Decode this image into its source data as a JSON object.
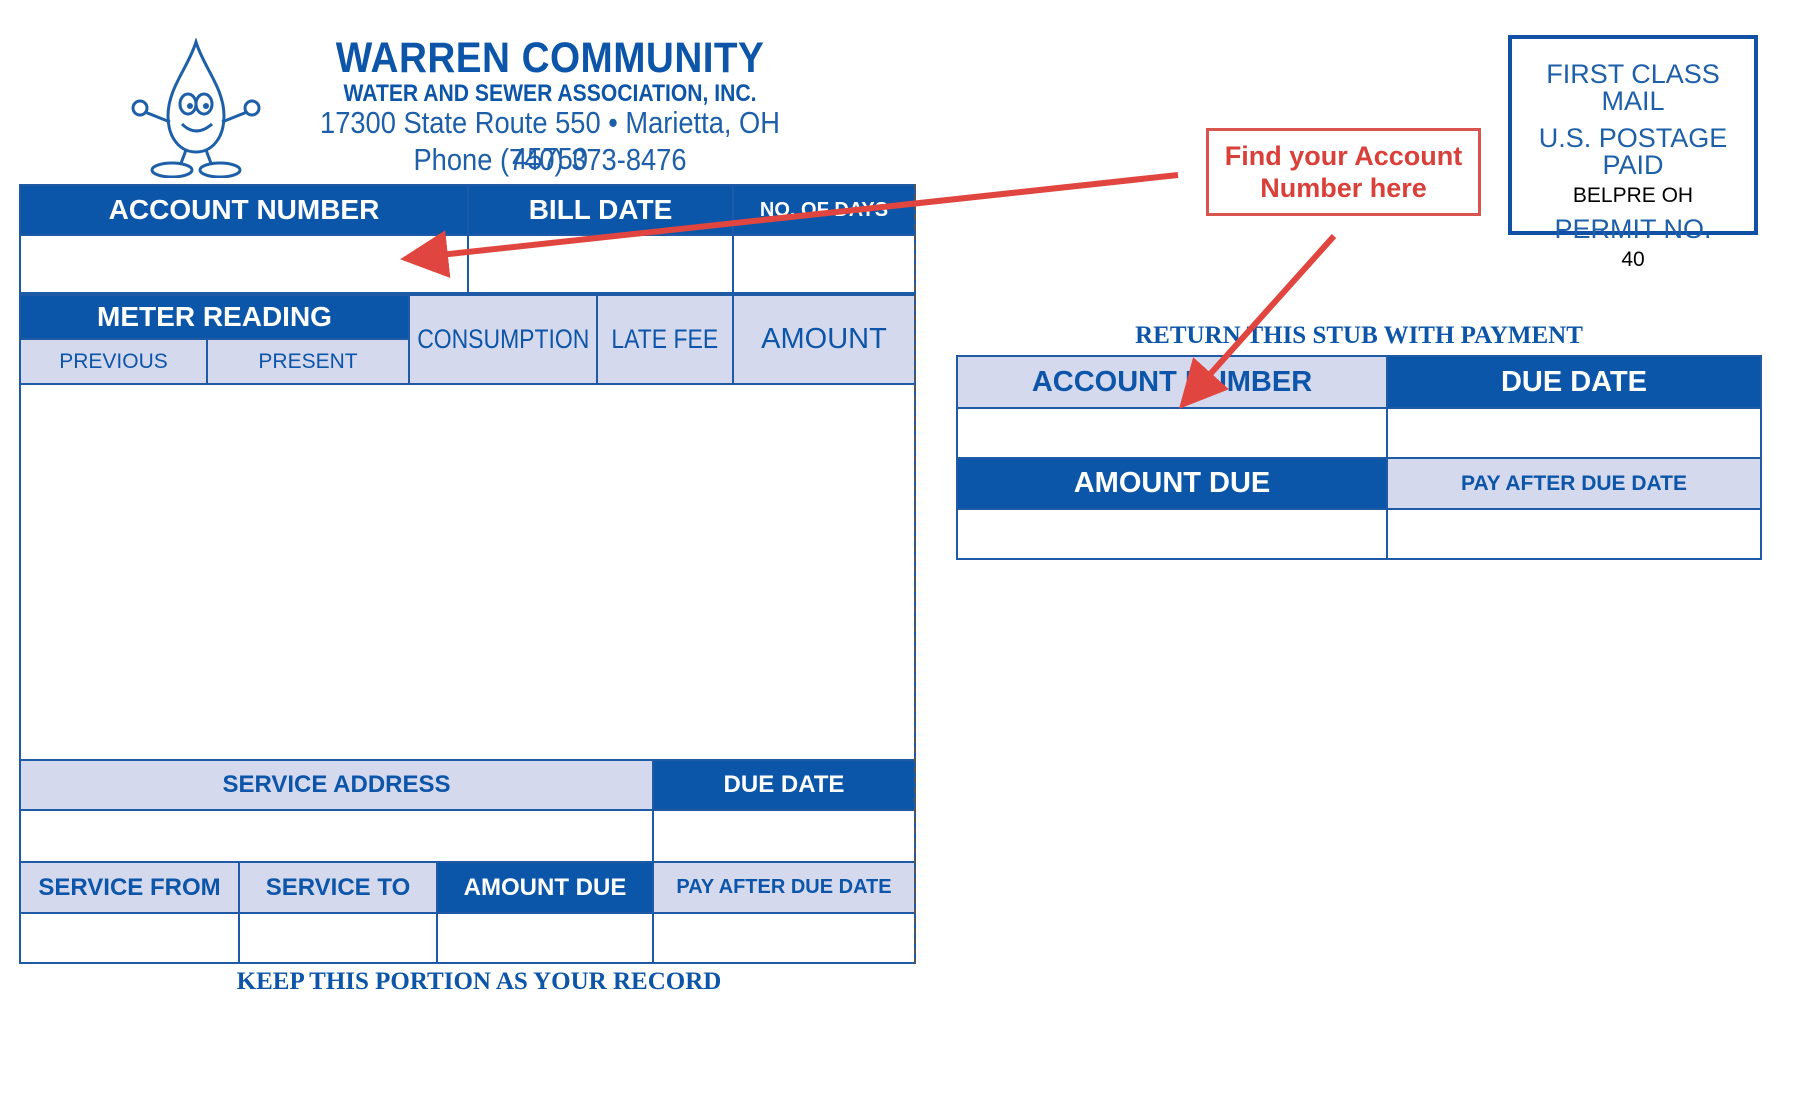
{
  "header": {
    "title": "WARREN COMMUNITY",
    "subtitle": "WATER AND SEWER ASSOCIATION, INC.",
    "address": "17300 State Route 550 • Marietta, OH 45750",
    "phone": "Phone (740) 373-8476"
  },
  "postage": {
    "line1": "FIRST CLASS MAIL",
    "line2": "U.S. POSTAGE PAID",
    "line3": "BELPRE OH",
    "line4": "PERMIT NO.",
    "line5": "40"
  },
  "callout": {
    "line1": "Find your Account",
    "line2": "Number here"
  },
  "record": {
    "account_number": "ACCOUNT NUMBER",
    "bill_date": "BILL DATE",
    "no_of_days": "NO. OF DAYS",
    "meter_reading": "METER READING",
    "previous": "PREVIOUS",
    "present": "PRESENT",
    "consumption": "CONSUMPTION",
    "late_fee": "LATE FEE",
    "amount": "AMOUNT",
    "service_address": "SERVICE ADDRESS",
    "due_date": "DUE DATE",
    "service_from": "SERVICE FROM",
    "service_to": "SERVICE TO",
    "amount_due": "AMOUNT DUE",
    "pay_after_due_date": "PAY AFTER DUE DATE",
    "footer": "KEEP THIS PORTION AS YOUR RECORD"
  },
  "stub": {
    "heading": "RETURN THIS STUB WITH PAYMENT",
    "account_number": "ACCOUNT NUMBER",
    "due_date": "DUE DATE",
    "amount_due": "AMOUNT DUE",
    "pay_after_due_date": "PAY AFTER DUE DATE"
  },
  "colors": {
    "brand_blue": "#0b56a8",
    "light_fill": "#d4d9ee",
    "callout_red": "#d9403a"
  },
  "icons": {
    "mascot": "water-drop-mascot-icon"
  }
}
